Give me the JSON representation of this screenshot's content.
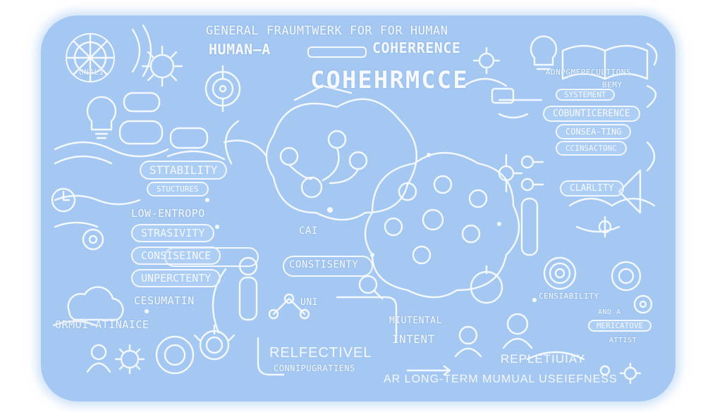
{
  "colors": {
    "board": "#a4c8f2",
    "ink": "#f4f8ff",
    "shade": "#8db6ea",
    "background": "#ffffff"
  },
  "header": {
    "line1": "GENERAL FRAUMTWERK FOR FOR HUMAN",
    "line2_left": "HUMAN—A",
    "line2_right": "COHERRENCE",
    "big_title": "COHEHRMCCE"
  },
  "left_labels": {
    "top_tag": "UNALI",
    "stability": "STTABILITY",
    "structures": "STUCTURES",
    "low_entropy": "LOW-ENTROPO",
    "strasivity": "STRASIVITY",
    "consiseince": "CONSISEINCE",
    "unperctenty": "UNPERCTENTY",
    "cesumatin": "CESUMATIN",
    "ormoi": "ORMOI-ATINAICE"
  },
  "center_labels": {
    "cai": "CAI",
    "consistenty": "CONSTISENTY",
    "uni": "UNI",
    "mutental": "MIUTENTAL",
    "intent": "INTENT",
    "reflective": "RELFECTIVEL",
    "configurations": "CONNIPUGRATIENS",
    "repletiuiay": "REPLETIUIAY",
    "bottom_caption": "AR LONG-TERM MUMUAL USEIEFNESS"
  },
  "right_labels": {
    "adnp": "ADNPGMEPECULTIONS",
    "bemy": "BEMY",
    "systement": "SYSTEMENT",
    "cobunticerence": "COBUNTICERENCE",
    "conseating": "CONSEA-TING",
    "ccinsacconc": "CCINSACTONC",
    "clarlity": "CLARLITY",
    "censiability": "CENSIABILITY",
    "and_a": "AND A",
    "mericatove": "MERICATOVE",
    "attist": "ATTIST"
  },
  "icons": [
    "lightbulb-icon",
    "book-icon",
    "brain-icon",
    "person-icon",
    "gear-icon",
    "target-icon",
    "fingerprint-icon",
    "magnifier-icon",
    "cloud-icon"
  ]
}
